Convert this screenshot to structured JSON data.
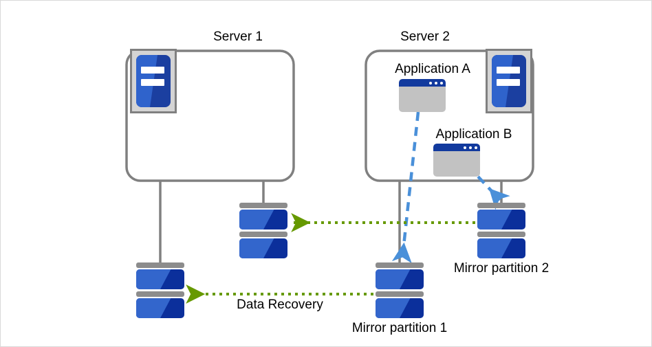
{
  "diagram": {
    "title_server1": "Server 1",
    "title_server2": "Server 2",
    "app_a_label": "Application A",
    "app_b_label": "Application B",
    "mirror1_label": "Mirror partition 1",
    "mirror2_label": "Mirror partition 2",
    "data_recovery_label": "Data Recovery",
    "colors": {
      "box_outline": "#808080",
      "connector_line": "#808080",
      "recovery_arrow": "#669900",
      "io_arrow": "#4a90d9",
      "disk_light_blue": "#3366cc",
      "disk_dark_blue": "#0b2f9b",
      "server_icon_frame": "#d4d4d4",
      "app_titlebar": "#123a9e",
      "app_body": "#c2c2c2",
      "canvas_border": "#d9d9d9",
      "background": "#ffffff",
      "text": "#000000"
    }
  }
}
